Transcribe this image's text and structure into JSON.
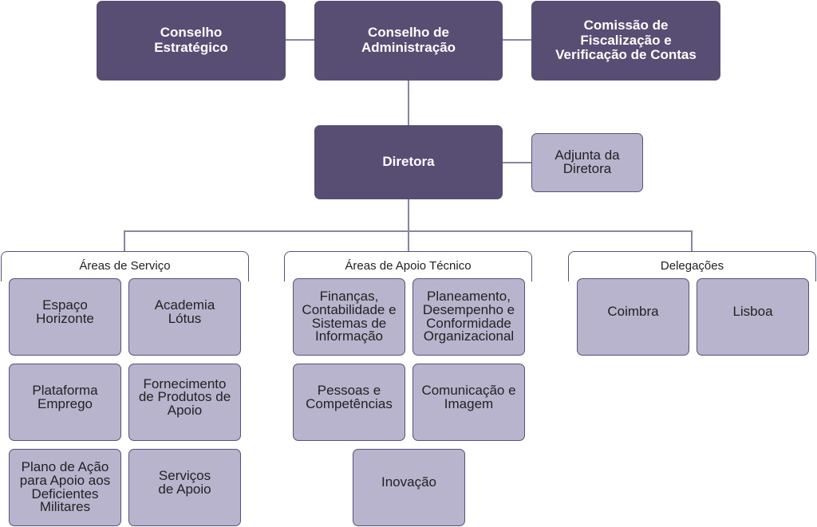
{
  "top": {
    "conselho_estrategico": "Conselho Estratégico",
    "conselho_administracao": "Conselho de Administração",
    "comissao": "Comissão de Fiscalização e Verificação de Contas"
  },
  "diretora": "Diretora",
  "adjunta": "Adjunta da Diretora",
  "groups": {
    "servico": {
      "title": "Áreas de Serviço",
      "items": [
        "Espaço Horizonte",
        "Academia Lótus",
        "Plataforma Emprego",
        "Fornecimento de Produtos de Apoio",
        "Plano de Ação para Apoio aos Deficientes Militares",
        "Serviços de Apoio"
      ]
    },
    "apoio": {
      "title": "Áreas de Apoio Técnico",
      "items": [
        "Finanças, Contabilidade e Sistemas de Informação",
        "Planeamento, Desempenho e Conformidade Organizacional",
        "Pessoas e Competências",
        "Comunicação e Imagem",
        "Inovação"
      ]
    },
    "delegacoes": {
      "title": "Delegações",
      "items": [
        "Coimbra",
        "Lisboa"
      ]
    }
  }
}
